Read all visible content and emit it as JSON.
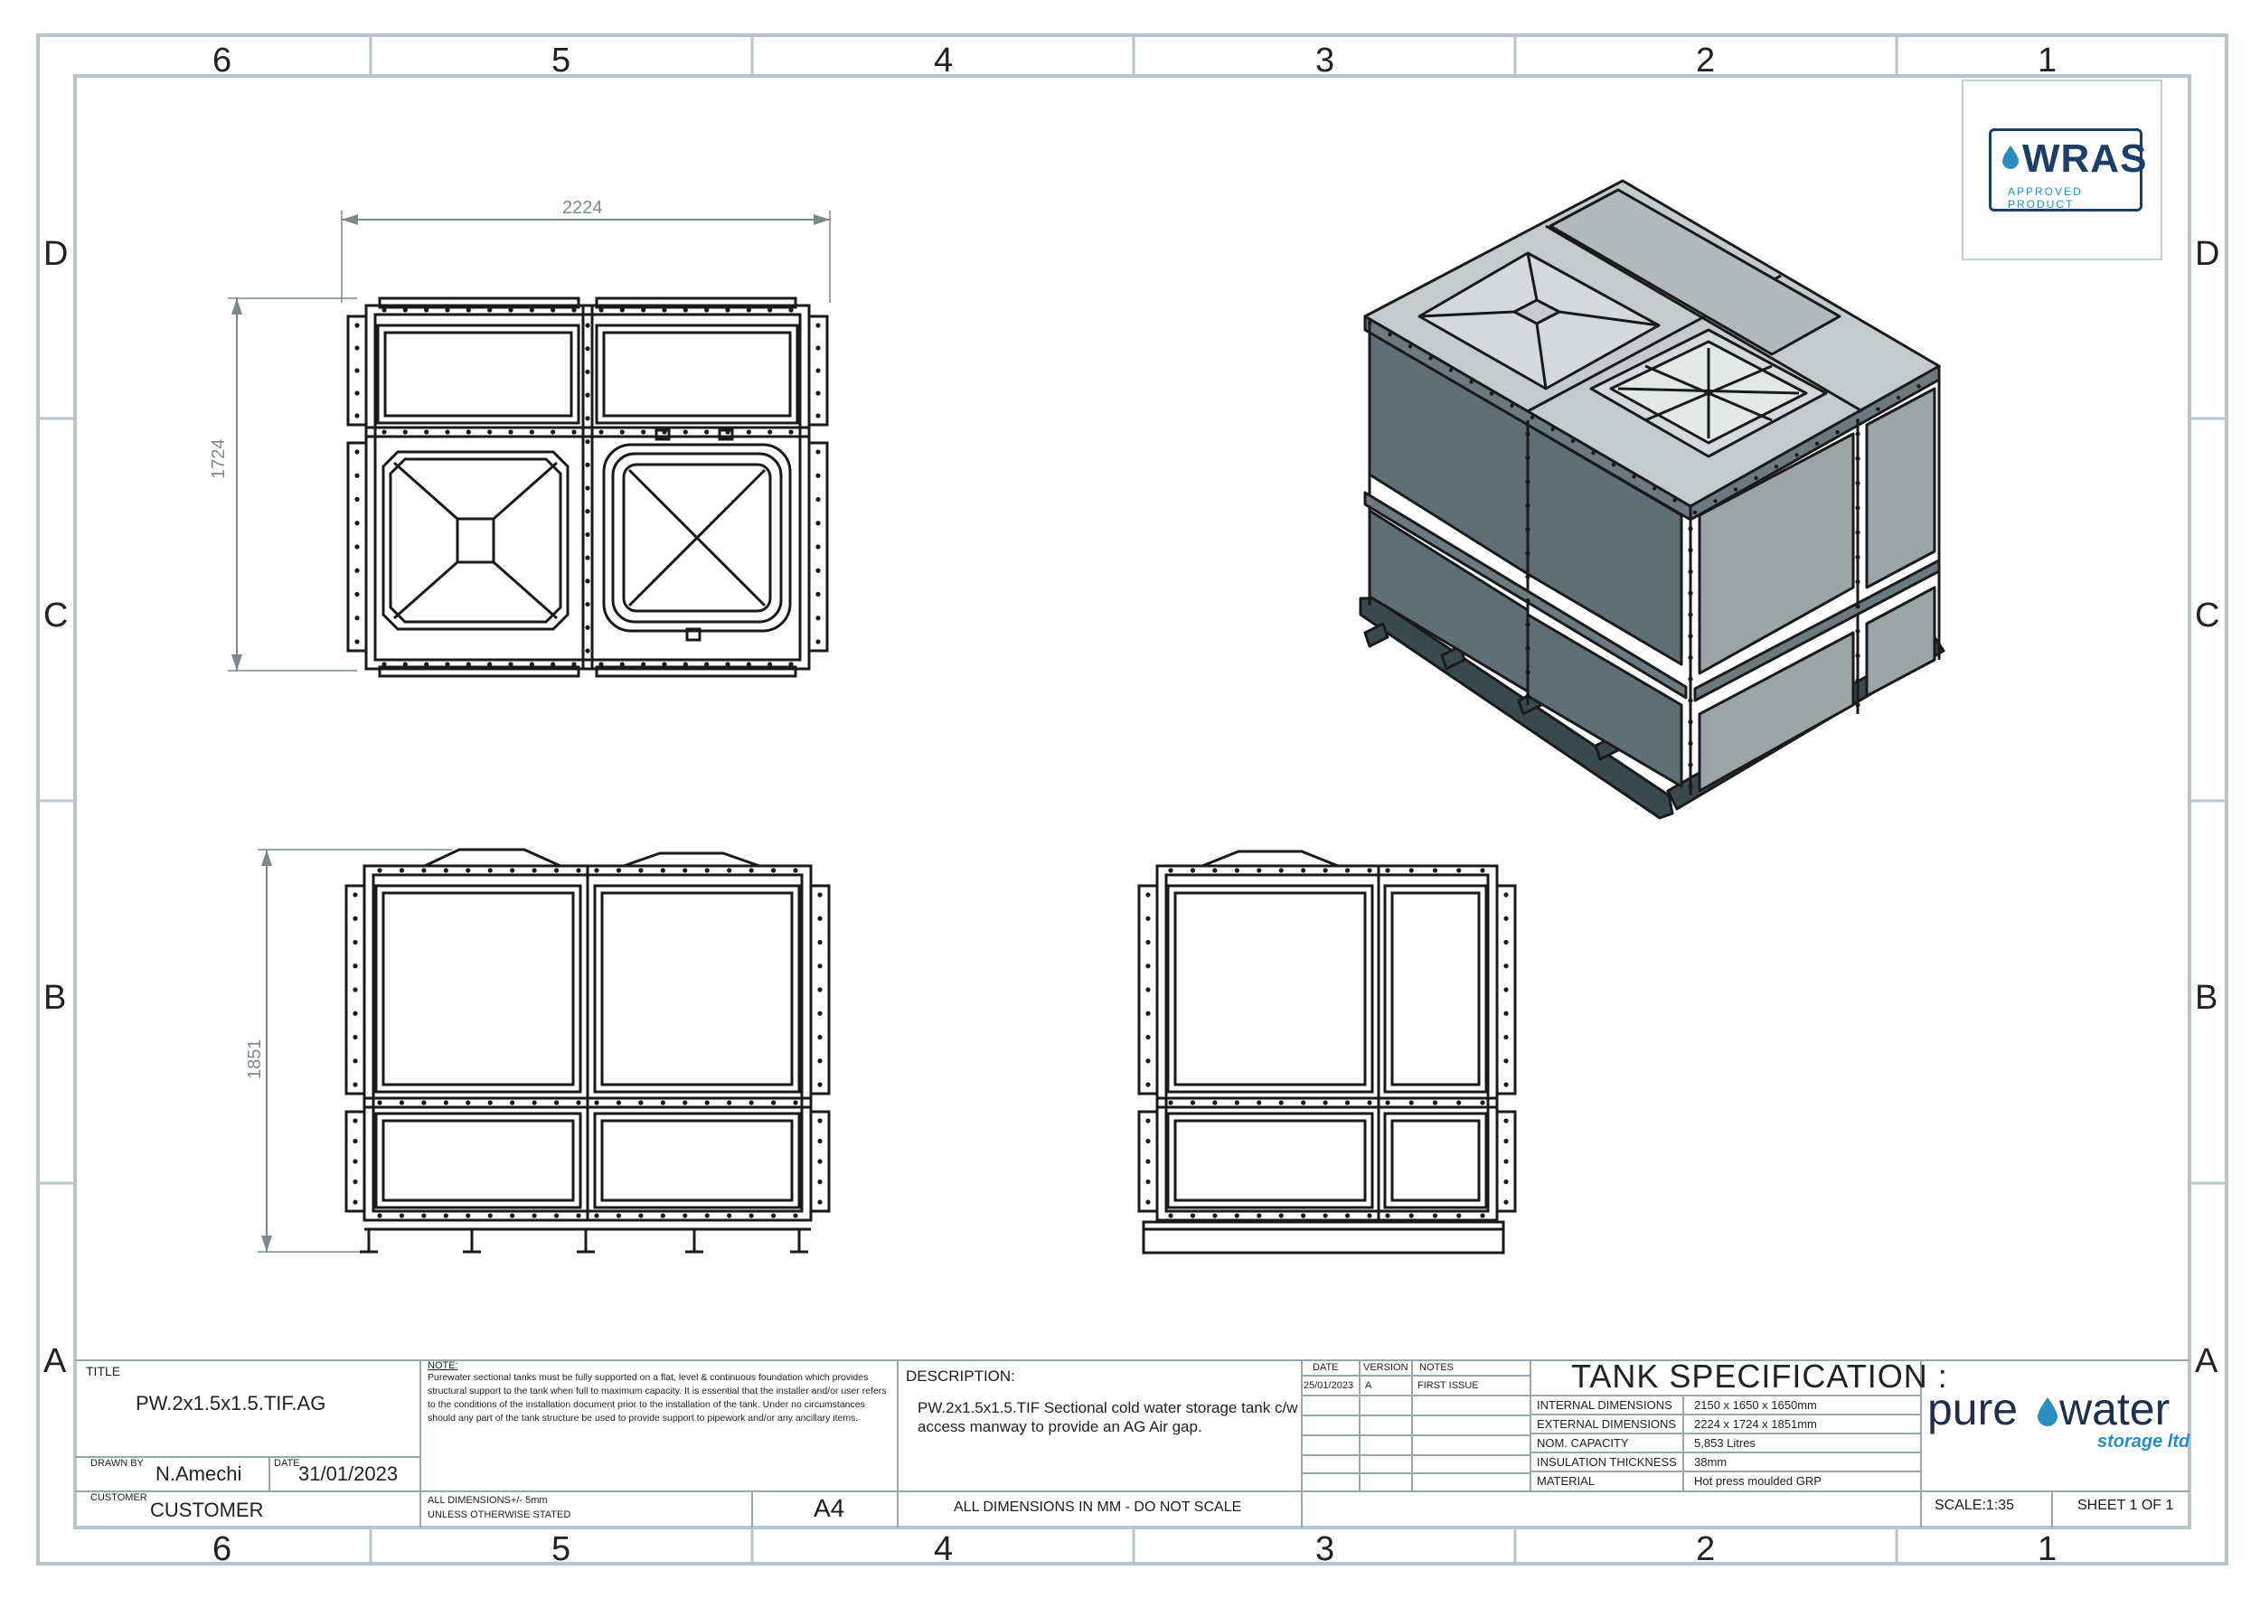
{
  "zones": {
    "cols_top": [
      "6",
      "5",
      "4",
      "3",
      "2",
      "1"
    ],
    "cols_bottom": [
      "6",
      "5",
      "4",
      "3",
      "2",
      "1"
    ],
    "rows_left": [
      "D",
      "C",
      "B",
      "A"
    ],
    "rows_right": [
      "D",
      "C",
      "B",
      "A"
    ]
  },
  "dimensions": {
    "width": "2224",
    "depth": "1724",
    "height": "1851"
  },
  "wras": {
    "word": "WRAS",
    "sub": "APPROVED PRODUCT"
  },
  "title_block": {
    "title_label": "TITLE",
    "title": "PW.2x1.5x1.5.TIF.AG",
    "drawn_by_label": "DRAWN BY",
    "drawn_by": "N.Amechi",
    "date_label": "DATE",
    "date": "31/01/2023",
    "customer_label": "CUSTOMER",
    "customer": "CUSTOMER",
    "note_label": "NOTE:",
    "note": "Purewater sectional tanks must be fully supported on a flat, level & continuous foundation which provides structural support to the tank when full to maximum capacity. It is essential that the installer and/or user refers to the conditions of the installation document prior to the installation of the tank. Under no circumstances should any part of the tank structure be used to provide support to pipework and/or any ancillary items.",
    "tolerance_1": "ALL DIMENSIONS+/- 5mm",
    "tolerance_2": "UNLESS OTHERWISE STATED",
    "sheet_size": "A4",
    "description_label": "DESCRIPTION:",
    "description": "PW.2x1.5x1.5.TIF Sectional cold water storage tank c/w access manway to provide an AG Air gap.",
    "all_dims": "ALL DIMENSIONS IN MM - DO NOT SCALE",
    "rev_headers": [
      "DATE",
      "VERSION",
      "NOTES"
    ],
    "rev_row": [
      "25/01/2023",
      "A",
      "FIRST ISSUE"
    ],
    "tank_spec_title": "TANK SPECIFICATION :",
    "spec_rows": [
      {
        "label": "INTERNAL DIMENSIONS",
        "value": "2150 x 1650 x 1650mm"
      },
      {
        "label": "EXTERNAL DIMENSIONS",
        "value": "2224 x 1724 x 1851mm"
      },
      {
        "label": "NOM. CAPACITY",
        "value": "5,853 Litres"
      },
      {
        "label": "INSULATION THICKNESS",
        "value": "38mm"
      },
      {
        "label": "MATERIAL",
        "value": "Hot press moulded GRP"
      }
    ],
    "logo_pure": "pure",
    "logo_water": "water",
    "logo_storage": "storage ltd",
    "scale": "SCALE:1:35",
    "sheet": "SHEET 1 OF 1"
  },
  "colors": {
    "frame": "#b9c6c9",
    "panel_dark": "#4d5d66",
    "panel_mid": "#5f6f78",
    "panel_light": "#9aa5a8",
    "roof": "#c3cbcc",
    "line": "#1a1a1a"
  }
}
